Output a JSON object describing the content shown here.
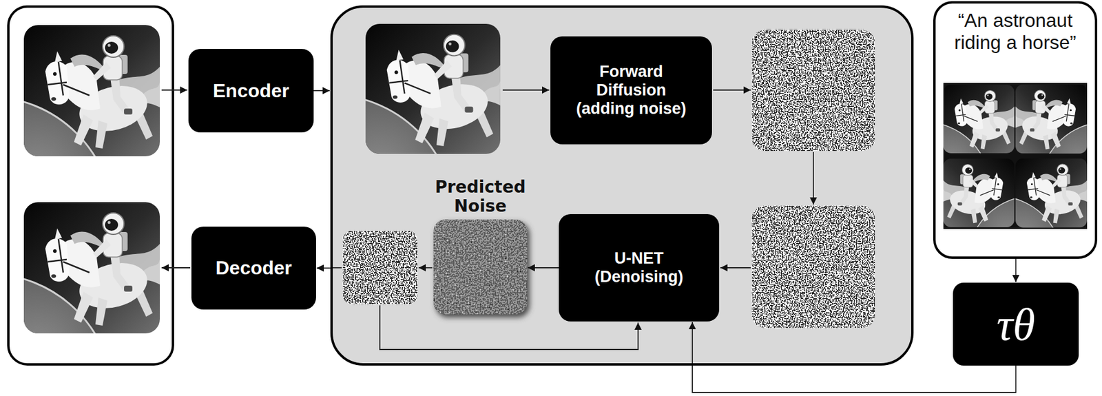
{
  "diagram": {
    "nodes": [
      {
        "text": [
          "Encoder"
        ]
      },
      {
        "text": []
      },
      {
        "text": [
          "Forward Diffusion (adding noise)"
        ],
        "in": 1
      },
      {
        "text": [
          "Predicted Noise"
        ],
        "in": 1
      },
      {
        "text": [
          "U-NET (Denoising)"
        ],
        "in": 1
      },
      {
        "text": [
          "Decoder"
        ]
      },
      {
        "text": [
          "“An astronaut riding a horse”"
        ]
      },
      {
        "text": [
          "τθ"
        ]
      }
    ],
    "edges": [
      {
        "from": 0,
        "to": 1,
        "arrow": "to"
      },
      {
        "from": 4,
        "to": 3,
        "arrow": "to"
      },
      {
        "from": 1,
        "to": 5,
        "arrow": "to"
      },
      {
        "from": 6,
        "to": 7,
        "arrow": "to"
      },
      {
        "from": 7,
        "to": 4,
        "arrow": "to"
      }
    ]
  }
}
